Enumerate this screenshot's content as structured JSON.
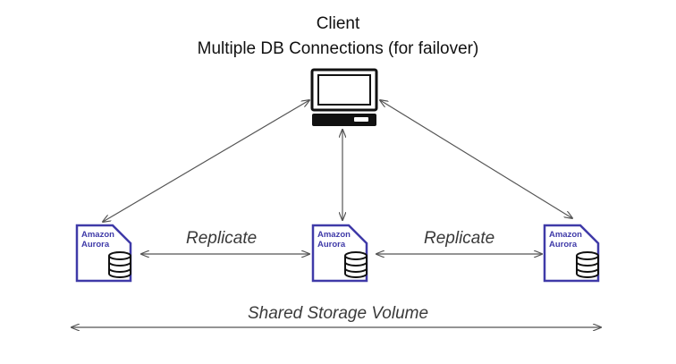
{
  "client": {
    "title": "Client",
    "subtitle": "Multiple DB Connections (for failover)",
    "icon": "desktop-computer-icon"
  },
  "instances": [
    {
      "line1": "Amazon",
      "line2": "Aurora",
      "icon": "amazon-aurora-database-icon"
    },
    {
      "line1": "Amazon",
      "line2": "Aurora",
      "icon": "amazon-aurora-database-icon"
    },
    {
      "line1": "Amazon",
      "line2": "Aurora",
      "icon": "amazon-aurora-database-icon"
    }
  ],
  "edges": {
    "replicate_left": "Replicate",
    "replicate_right": "Replicate",
    "storage": "Shared Storage Volume"
  },
  "colors": {
    "aurora_blue": "#3f3aa8",
    "line": "#555555",
    "text": "#111111"
  }
}
